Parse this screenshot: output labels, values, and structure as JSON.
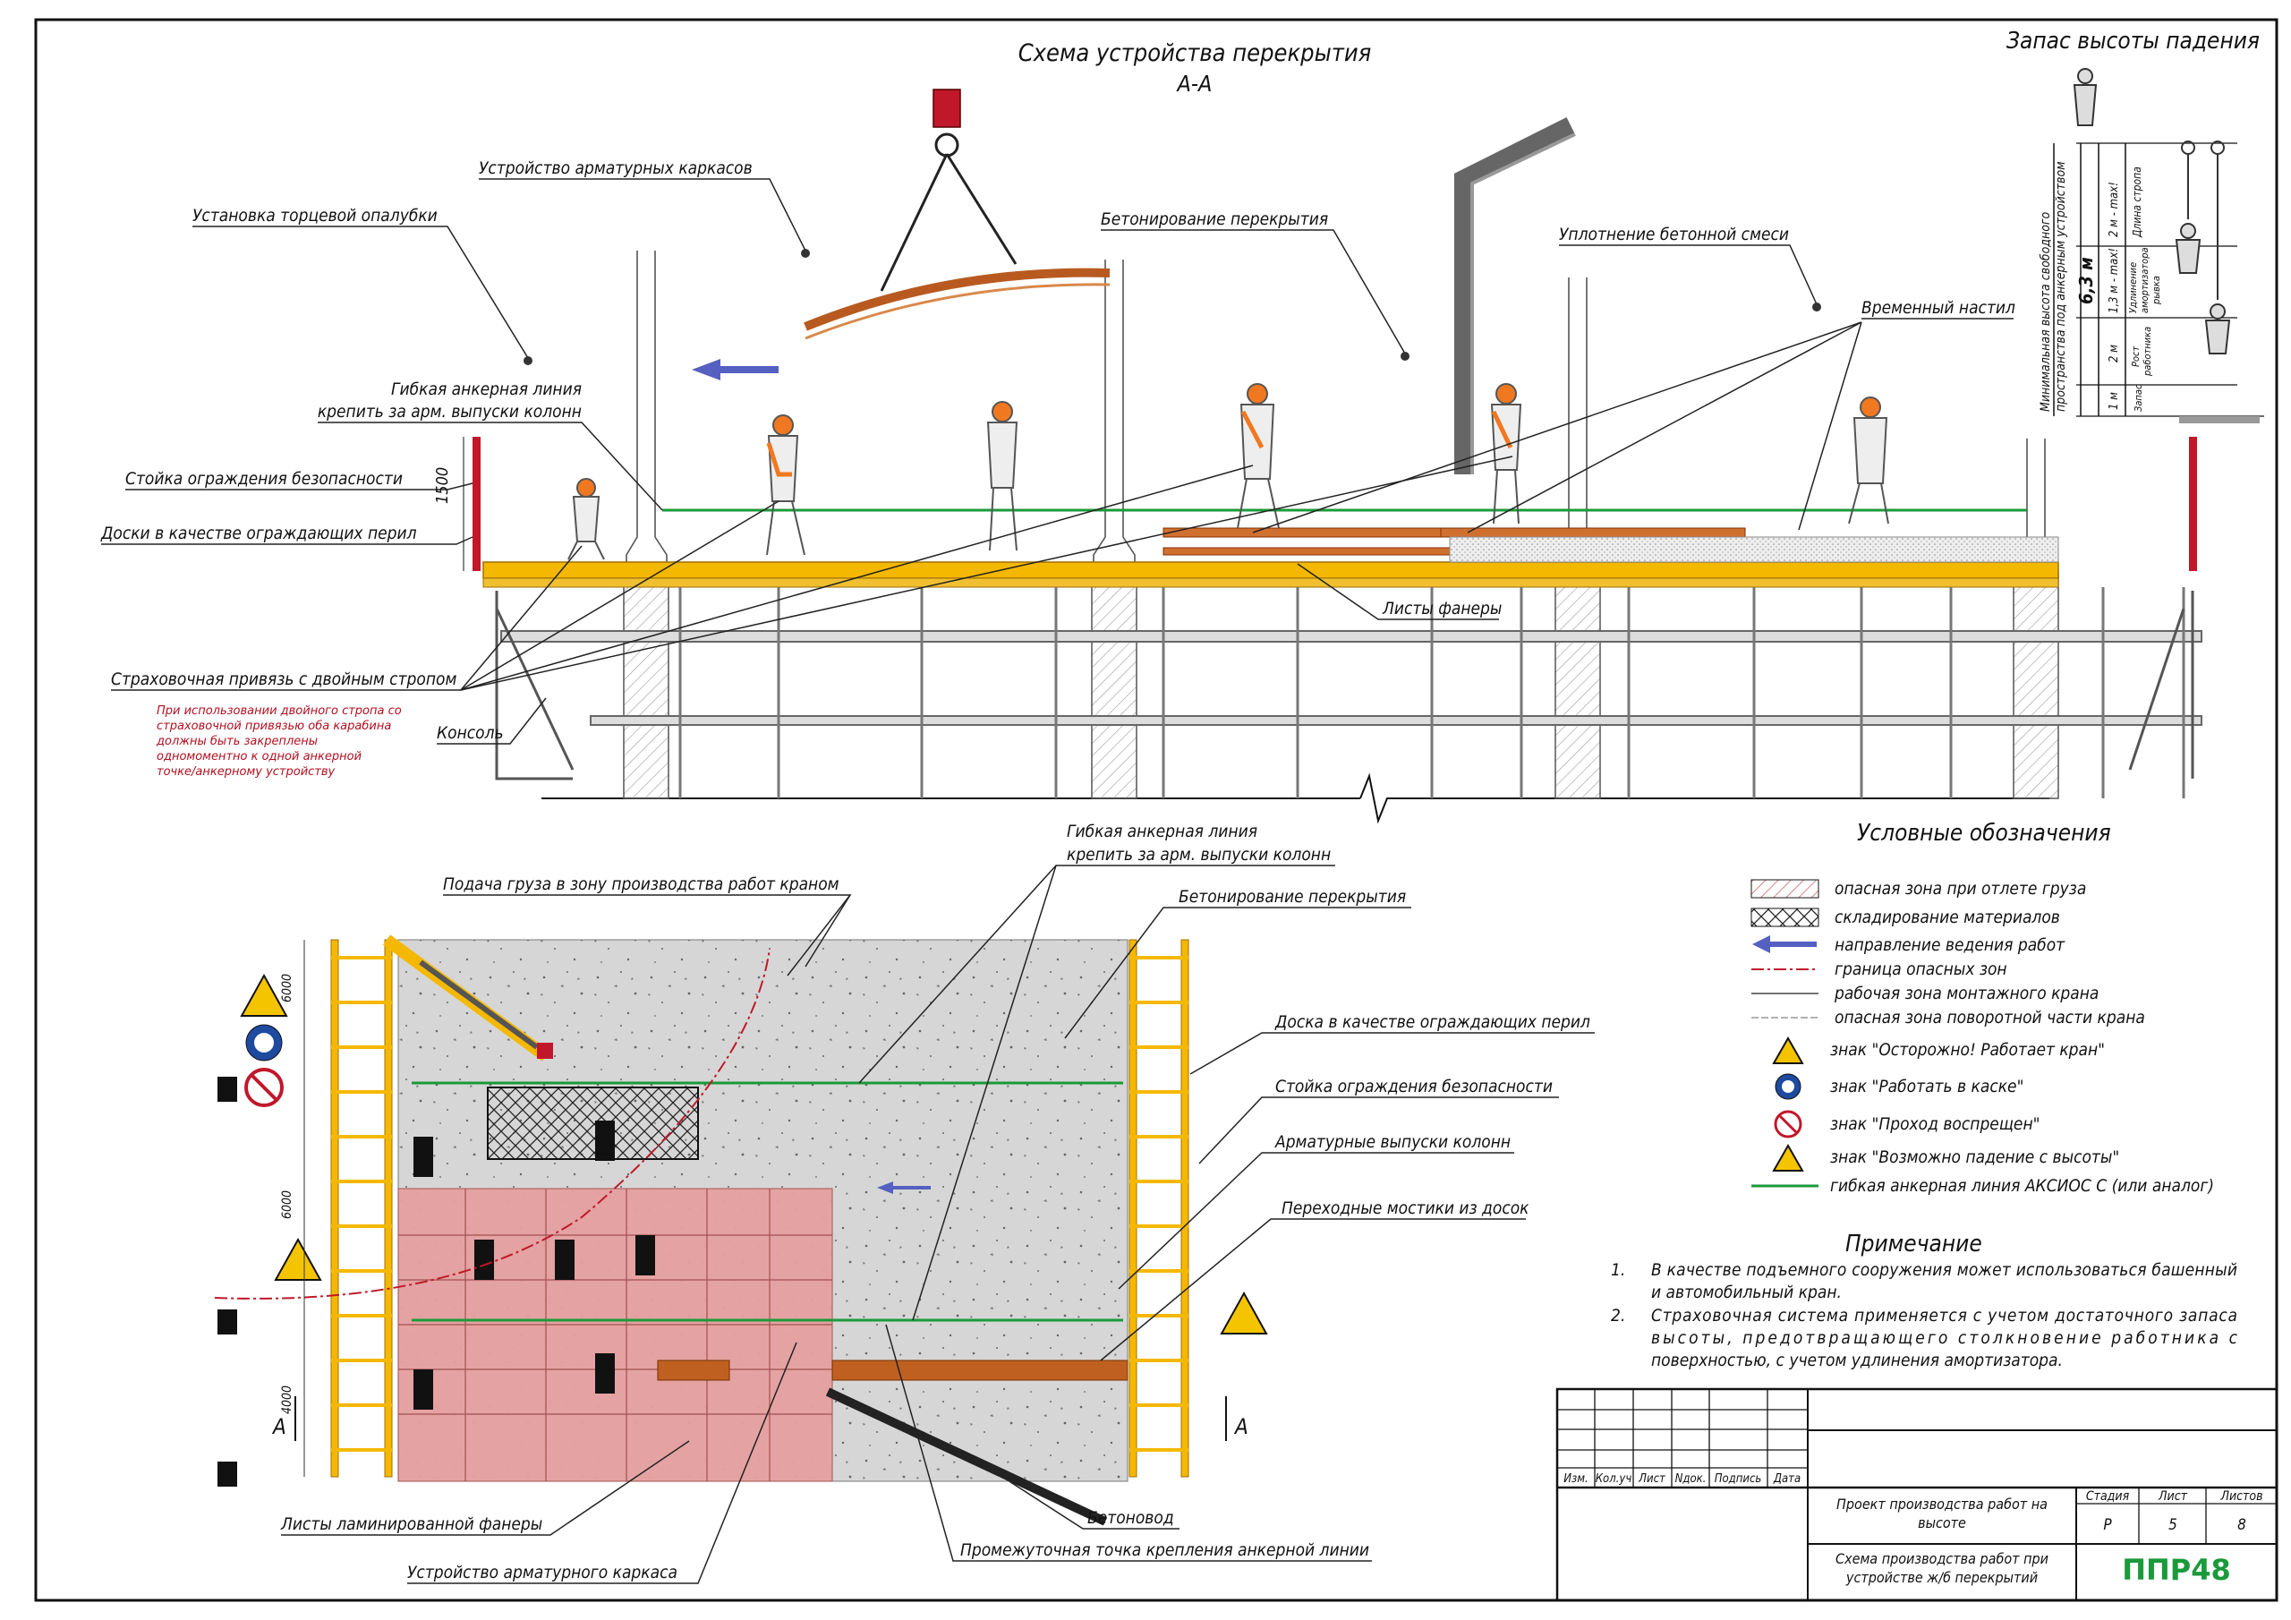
{
  "section": {
    "title": "Схема устройства перекрытия",
    "subtitle": "А-А",
    "labels": {
      "rebar_cage": "Устройство арматурных каркасов",
      "end_formwork": "Установка торцевой опалубки",
      "concreting": "Бетонирование перекрытия",
      "compaction": "Уплотнение бетонной смеси",
      "temp_deck": "Временный настил",
      "anchor_line_1": "Гибкая анкерная линия",
      "anchor_line_2": "крепить за арм. выпуски колонн",
      "guard_post": "Стойка ограждения безопасности",
      "guard_boards": "Доски в качестве ограждающих перил",
      "plywood": "Листы фанеры",
      "harness": "Страховочная привязь с двойным стропом",
      "console": "Консоль",
      "dim_1500": "1500"
    },
    "red_note": [
      "При использовании двойного стропа со",
      "страховочной привязью оба карабина",
      "должны быть закреплены",
      "одномоментно к одной анкерной",
      "точке/анкерному устройству"
    ]
  },
  "fall": {
    "title": "Запас высоты падения",
    "vertical_1": "Минимальная высота свободного",
    "vertical_2": "пространства под анкерным устройством",
    "height": "6,3 м",
    "d1": "2 м - max!",
    "d2": "1,3 м - max!",
    "d3": "2 м",
    "d4": "1 м",
    "c1": "Длина стропа",
    "c2a": "Удлинение",
    "c2b": "амортизатора",
    "c2c": "рывка",
    "c3a": "Рост",
    "c3b": "работника",
    "c4": "Запас"
  },
  "plan": {
    "labels": {
      "crane_feed": "Подача груза в зону производства работ краном",
      "anchor_line_1": "Гибкая анкерная линия",
      "anchor_line_2": "крепить за арм. выпуски колонн",
      "concreting": "Бетонирование перекрытия",
      "guard_board": "Доска в качестве ограждающих перил",
      "guard_post": "Стойка ограждения безопасности",
      "column_rebar": "Арматурные выпуски колонн",
      "bridges": "Переходные мостики из досок",
      "concrete_pipe": "Бетоновод",
      "intermediate_point": "Промежуточная точка крепления анкерной линии",
      "laminated_plywood": "Листы ламинированной фанеры",
      "rebar_frame": "Устройство арматурного каркаса",
      "section_mark": "А",
      "dim_6000a": "6000",
      "dim_6000b": "6000",
      "dim_4000": "4000"
    }
  },
  "legend": {
    "title": "Условные обозначения",
    "items": [
      "опасная зона при отлете груза",
      "складирование материалов",
      "направление ведения работ",
      "граница опасных зон",
      "рабочая зона монтажного крана",
      "опасная зона поворотной части крана",
      "знак \"Осторожно! Работает кран\"",
      "знак \"Работать в каске\"",
      "знак \"Проход воспрещен\"",
      "знак \"Возможно падение с высоты\"",
      "гибкая анкерная линия АКСИОС С (или аналог)"
    ]
  },
  "notes": {
    "title": "Примечание",
    "n1": "1.",
    "n1a": "В качестве подъемного сооружения может использоваться башенный",
    "n1b": "и автомобильный кран.",
    "n2": "2.",
    "n2a": "Страховочная система применяется с учетом достаточного запаса",
    "n2b": "высоты, предотвращающего столкновение работника с",
    "n2c": "поверхностью, с учетом удлинения амортизатора."
  },
  "stamp": {
    "cols": [
      "Изм.",
      "Кол.уч",
      "Лист",
      "Nдок.",
      "Подпись",
      "Дата"
    ],
    "project_1": "Проект производства работ на",
    "project_2": "высоте",
    "sheet_1": "Схема производства работ при",
    "sheet_2": "устройстве ж/б перекрытий",
    "h_stage": "Стадия",
    "h_sheet": "Лист",
    "h_sheets": "Листов",
    "stage": "Р",
    "sheet": "5",
    "sheets": "8",
    "logo": "ППР48"
  },
  "colors": {
    "yellow": "#f5b800",
    "red": "#c0182a",
    "green": "#1a9a3a",
    "blue_arrow": "#5560c0",
    "pink_zone": "#e6a0a0",
    "logo_green": "#1a9a3a"
  }
}
